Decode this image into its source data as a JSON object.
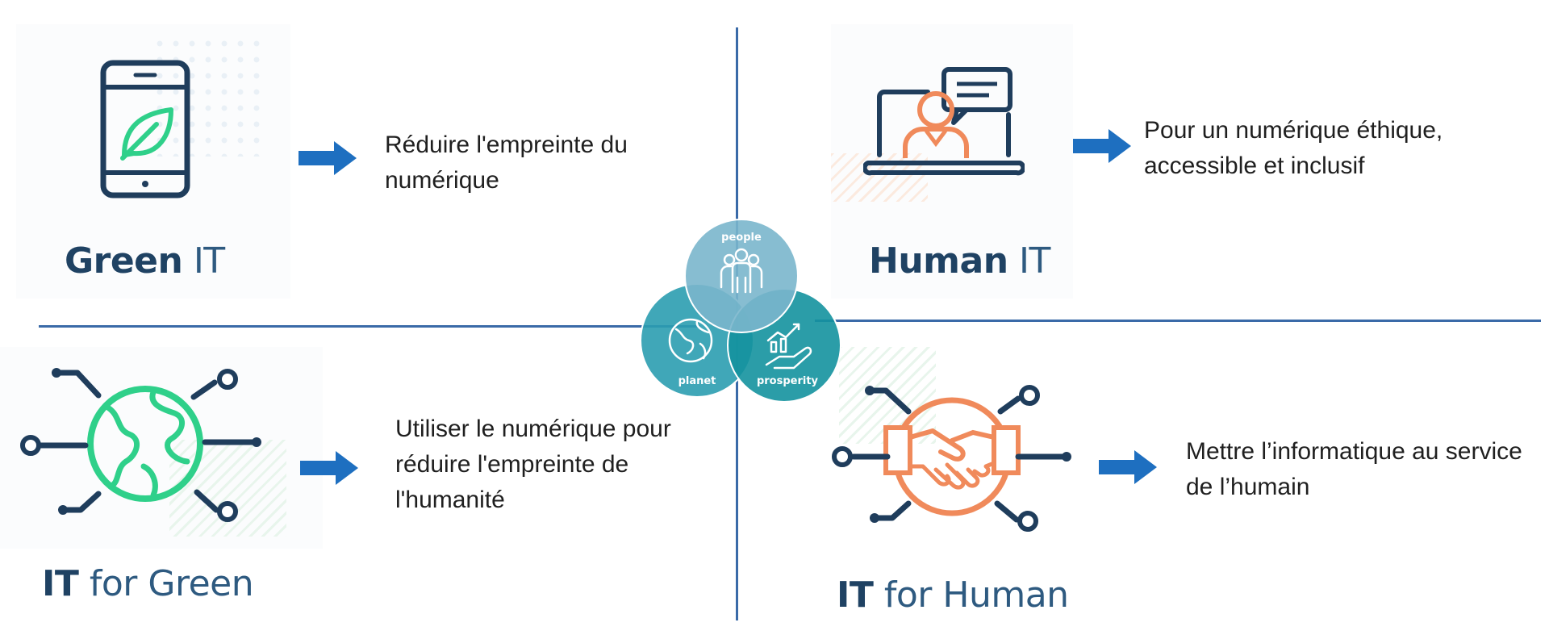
{
  "quadrants": {
    "green_it": {
      "title_bold": "Green",
      "title_light": "IT",
      "description": [
        "Réduire l'empreinte du",
        "numérique"
      ]
    },
    "human_it": {
      "title_bold": "Human",
      "title_light": "IT",
      "description": [
        "Pour un numérique éthique,",
        "accessible et inclusif"
      ]
    },
    "it_for_green": {
      "title_bold": "IT",
      "title_light": "for Green",
      "description": [
        "Utiliser le numérique pour",
        "réduire l'empreinte de",
        "l'humanité"
      ]
    },
    "it_for_human": {
      "title_bold": "IT",
      "title_light": "for Human",
      "description": [
        "Mettre l’informatique au service",
        "de l’humain"
      ]
    }
  },
  "venn": {
    "people": "people",
    "planet": "planet",
    "prosperity": "prosperity"
  },
  "colors": {
    "title_navy": "#1f4263",
    "divider_blue": "#3a6aa8",
    "arrow_blue": "#1e6fc0",
    "icon_navy": "#1f3d5c",
    "leaf_green": "#2fd08a",
    "orange": "#f08a5b",
    "venn_people": "#7ab6cc",
    "venn_planet": "#2b9db0",
    "venn_prosperity": "#14929e"
  },
  "icons": [
    "smartphone-leaf-icon",
    "laptop-person-chat-icon",
    "globe-network-icon",
    "handshake-network-icon",
    "people-group-icon",
    "earth-icon",
    "hand-chart-icon"
  ]
}
